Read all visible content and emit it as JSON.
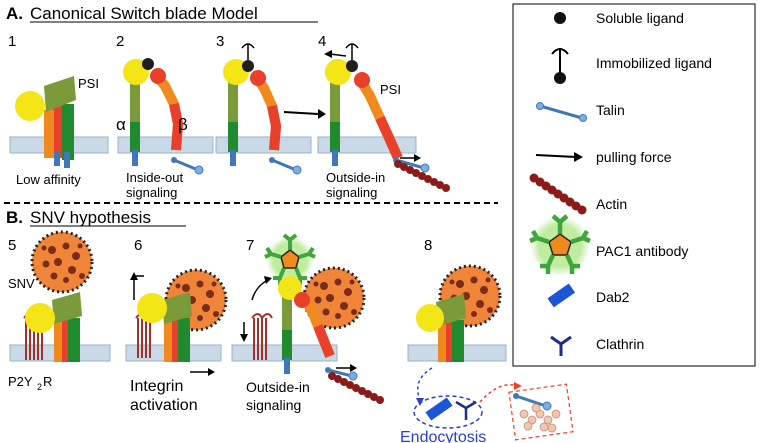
{
  "sections": {
    "a_letter": "A.",
    "a_title": "Canonical Switch blade Model",
    "b_letter": "B.",
    "b_title": "SNV hypothesis"
  },
  "panels": {
    "p1": {
      "number": "1",
      "psi": "PSI",
      "caption": "Low affinity"
    },
    "p2": {
      "number": "2",
      "alpha": "α",
      "beta": "β",
      "caption1": "Inside-out",
      "caption2": "signaling"
    },
    "p3": {
      "number": "3"
    },
    "p4": {
      "number": "4",
      "psi": "PSI",
      "caption1": "Outside-in",
      "caption2": "signaling"
    },
    "p5": {
      "number": "5",
      "snv": "SNV",
      "receptor_main": "P2Y",
      "receptor_sub": "2",
      "receptor_end": "R"
    },
    "p6": {
      "number": "6",
      "caption1": "Integrin",
      "caption2": "activation"
    },
    "p7": {
      "number": "7",
      "caption1": "Outside-in",
      "caption2": "signaling"
    },
    "p8": {
      "number": "8",
      "endocytosis": "Endocytosis"
    }
  },
  "legend": {
    "items": [
      {
        "label": "Soluble ligand",
        "icon": "soluble-ligand-icon"
      },
      {
        "label": "Immobilized ligand",
        "icon": "immobilized-ligand-icon"
      },
      {
        "label": "Talin",
        "icon": "talin-icon"
      },
      {
        "label": "pulling force",
        "icon": "pulling-force-icon"
      },
      {
        "label": "Actin",
        "icon": "actin-icon"
      },
      {
        "label": "PAC1 antibody",
        "icon": "pac1-antibody-icon"
      },
      {
        "label": "Dab2",
        "icon": "dab2-icon"
      },
      {
        "label": "Clathrin",
        "icon": "clathrin-icon"
      }
    ]
  },
  "colors": {
    "membrane": "#c9d9e8",
    "alpha_head": "#f4e516",
    "alpha_leg": "#1f8a2e",
    "psi_green": "#7b9a3a",
    "beta_orange": "#f08a1e",
    "beta_red": "#e8402a",
    "talin": "#3f78b8",
    "actin": "#8b1a1a",
    "virus": "#f0853a",
    "dab2": "#1a56d6",
    "clathrin": "#1c2e8c",
    "endocytosis_text": "#2a3fd0",
    "receptor": "#a0322a",
    "antibody_glow": "#7fd657"
  }
}
